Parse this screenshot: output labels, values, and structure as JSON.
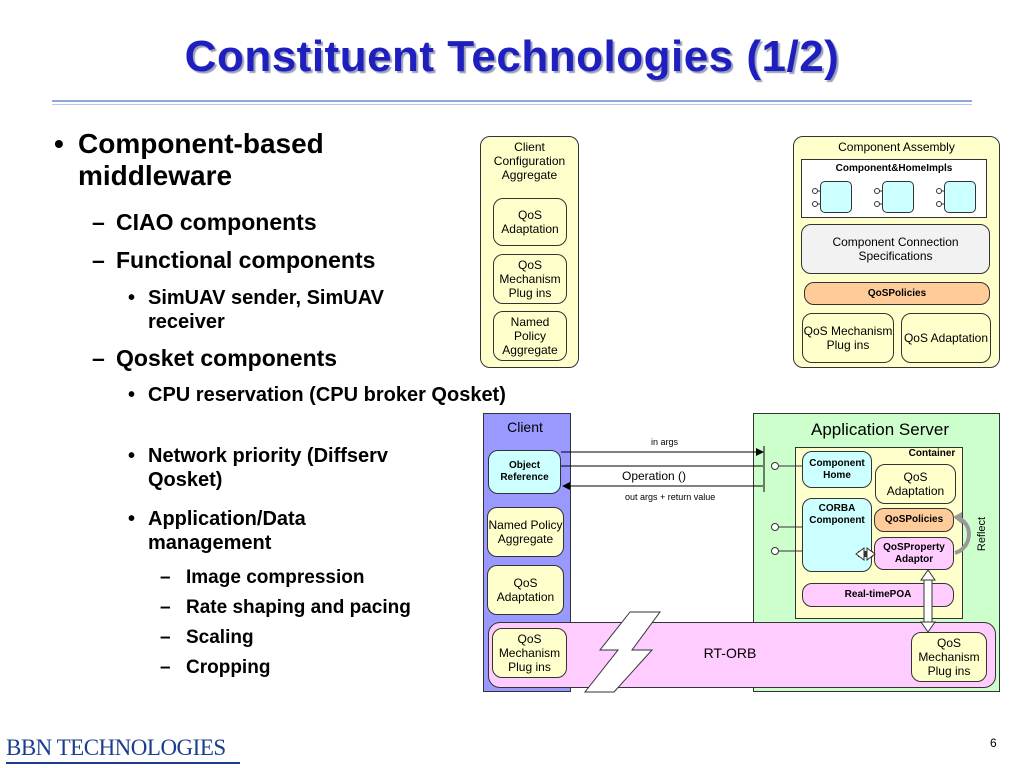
{
  "title": "Constituent Technologies (1/2)",
  "bullets": {
    "b1": "Component-based middleware",
    "b1_sub1": "CIAO components",
    "b1_sub2": "Functional components",
    "b1_sub2_item1": "SimUAV sender, SimUAV receiver",
    "b1_sub3": "Qosket components",
    "b1_sub3_item1": "CPU reservation (CPU broker Qosket)",
    "b1_sub3_item2": "Network priority (Diffserv Qosket)",
    "b1_sub3_item3": "Application/Data management",
    "b1_sub3_item3_sub1": "Image compression",
    "b1_sub3_item3_sub2": "Rate shaping and pacing",
    "b1_sub3_item3_sub3": "Scaling",
    "b1_sub3_item3_sub4": "Cropping"
  },
  "client_config": {
    "title": "Client Configuration Aggregate",
    "qos_adaptation": "QoS Adaptation",
    "qos_mechanism": "QoS Mechanism Plug ins",
    "named_policy": "Named Policy Aggregate"
  },
  "component_assembly": {
    "title": "Component Assembly",
    "impls": "Component&HomeImpls",
    "connection_specs": "Component Connection Specifications",
    "qos_policies": "QoSPolicies",
    "qos_mechanism": "QoS Mechanism Plug ins",
    "qos_adaptation": "QoS Adaptation"
  },
  "runtime": {
    "client": "Client",
    "object_reference": "Object Reference",
    "named_policy": "Named Policy Aggregate",
    "qos_adaptation": "QoS Adaptation",
    "client_qos_mechanism": "QoS Mechanism Plug ins",
    "in_args": "in args",
    "operation": "Operation ()",
    "out_args": "out args + return value",
    "app_server": "Application Server",
    "container": "Container",
    "component_home": "Component Home",
    "server_qos_adaptation": "QoS Adaptation",
    "corba_component": "CORBA Component",
    "qos_policies": "QoSPolicies",
    "qos_property_adaptor": "QoSProperty Adaptor",
    "reflect": "Reflect",
    "realtime_poa": "Real-timePOA",
    "rt_orb": "RT-ORB",
    "server_qos_mechanism": "QoS Mechanism Plug ins"
  },
  "footer": {
    "logo": "BBN TECHNOLOGIES",
    "page": "6"
  }
}
